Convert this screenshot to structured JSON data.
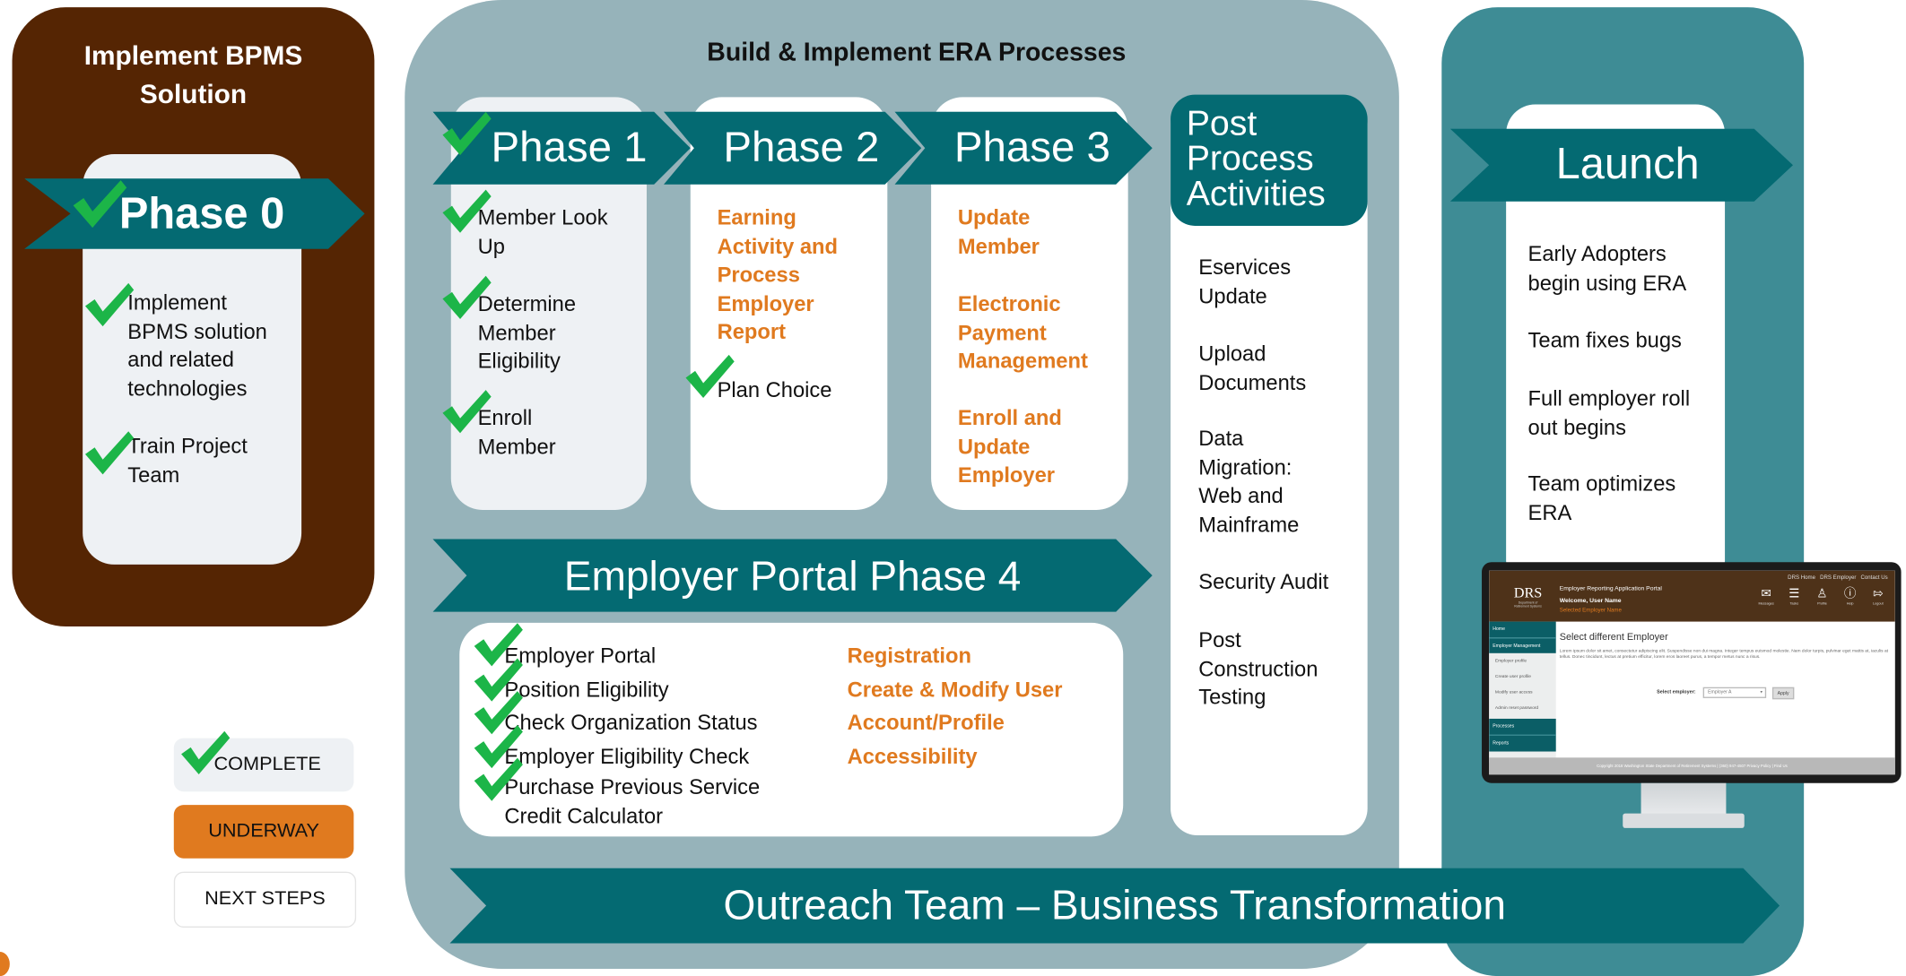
{
  "implement": {
    "title_line1": "Implement BPMS",
    "title_line2": "Solution",
    "phase_label": "Phase 0",
    "items": [
      {
        "l1": "Implement",
        "l2": "BPMS solution",
        "l3": "and related",
        "l4": "technologies"
      },
      {
        "l1": "Train Project",
        "l2": "Team"
      }
    ]
  },
  "build": {
    "title": "Build & Implement ERA Processes",
    "phase1": {
      "label": "Phase 1",
      "items": [
        {
          "l1": "Member Look",
          "l2": "Up"
        },
        {
          "l1": "Determine",
          "l2": "Member",
          "l3": "Eligibility"
        },
        {
          "l1": "Enroll",
          "l2": "Member"
        }
      ]
    },
    "phase2": {
      "label": "Phase 2",
      "underway": {
        "l1": "Earning",
        "l2": "Activity and",
        "l3": "Process",
        "l4": "Employer",
        "l5": "Report"
      },
      "complete": "Plan Choice"
    },
    "phase3": {
      "label": "Phase 3",
      "items": [
        {
          "l1": "Update",
          "l2": "Member"
        },
        {
          "l1": "Electronic",
          "l2": "Payment",
          "l3": "Management"
        },
        {
          "l1": "Enroll and",
          "l2": "Update",
          "l3": "Employer"
        }
      ]
    },
    "post": {
      "title_l1": "Post",
      "title_l2": "Process",
      "title_l3": "Activities",
      "items": [
        {
          "l1": "Eservices",
          "l2": "Update"
        },
        {
          "l1": "Upload",
          "l2": "Documents"
        },
        {
          "l1": "Data",
          "l2": "Migration:",
          "l3": "Web and",
          "l4": "Mainframe"
        },
        {
          "l1": "Security Audit"
        },
        {
          "l1": "Post",
          "l2": "Construction",
          "l3": "Testing"
        }
      ]
    },
    "portal": {
      "title": "Employer Portal Phase 4",
      "complete_items": [
        "Employer Portal",
        "Position Eligibility",
        "Check Organization Status",
        "Employer Eligibility Check",
        "Purchase Previous Service"
      ],
      "complete_item5_l2": "Credit Calculator",
      "underway_items": [
        "Registration",
        "Create & Modify User",
        "Account/Profile",
        "Accessibility"
      ]
    }
  },
  "launch": {
    "title": "Launch",
    "items": [
      {
        "l1": "Early Adopters",
        "l2": "begin using ERA"
      },
      {
        "l1": "Team fixes bugs"
      },
      {
        "l1": "Full employer roll",
        "l2": "out begins"
      },
      {
        "l1": "Team optimizes",
        "l2": "ERA"
      }
    ]
  },
  "outreach": {
    "title": "Outreach Team – Business Transformation"
  },
  "legend": {
    "complete": "COMPLETE",
    "underway": "UNDERWAY",
    "next_steps": "NEXT STEPS"
  },
  "monitor": {
    "logo": "DRS",
    "logo_sub": "Department of Retirement Systems",
    "header_title": "Employer Reporting Application Portal",
    "welcome": "Welcome, User Name",
    "selected": "Selected Employer Name",
    "top_links": "DRS Home   DRS Employer   Contact Us",
    "icons": [
      "Messages",
      "Tasks",
      "Profile",
      "Help",
      "Logout"
    ],
    "nav": [
      "Home",
      "Employer Management",
      "Employer profile",
      "Create user profile",
      "Modify user access",
      "Admin reset password",
      "Processes",
      "Reports"
    ],
    "page_heading": "Select different Employer",
    "lorem": "Lorem ipsum dolor sit amet, consectetur adipiscing elit. Suspendisse non dui magna. Integer tempus euismod molestie. Nam dolor turpis, pulvinar eget mattis at, iaculis at tellus. Donec tincidunt, lectus at pretium efficitur, lorem eros laoreet purus, a tempor metus nunc a risus.",
    "select_label": "Select employer:",
    "select_value": "Employer A",
    "apply": "Apply",
    "footer": "Copyright 2018 Washington State Department of Retirement Systems | (360) 947-4507 Privacy Policy | Find Us"
  },
  "colors": {
    "brown": "#552503",
    "teal": "#046a72",
    "slate": "#96b3ba",
    "launch_teal": "#3e8c95",
    "orange": "#e07a1f",
    "check_green": "#1cb548"
  }
}
